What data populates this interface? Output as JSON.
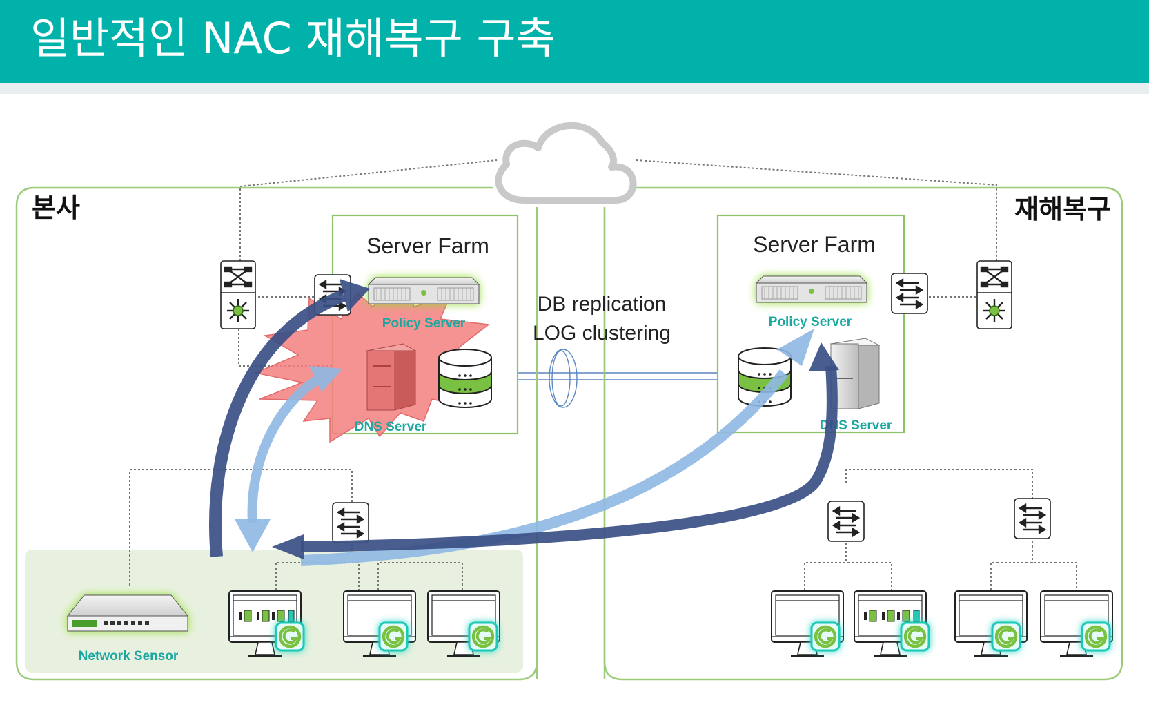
{
  "title": "일반적인 NAC 재해복구 구축",
  "hq": {
    "label": "본사",
    "server_farm": "Server Farm",
    "policy_server": "Policy Server",
    "dns_server": "DNS Server",
    "network_sensor": "Network Sensor"
  },
  "dr": {
    "label": "재해복구",
    "server_farm": "Server Farm",
    "policy_server": "Policy Server",
    "dns_server": "DNS Server"
  },
  "link": {
    "line1": "DB replication",
    "line2": "LOG clustering"
  },
  "colors": {
    "header": "#00b2a9",
    "site_border": "#9ccc7a",
    "label_teal": "#1aa79f",
    "arrow_dark": "#3a4f85",
    "arrow_light": "#8fb8e3",
    "failure": "#f07a7a",
    "agent_green": "#7ac143"
  },
  "icons": [
    "cloud-icon",
    "network-switch-icon",
    "router-icon",
    "policy-server-icon",
    "dns-server-icon",
    "database-icon",
    "network-sensor-icon",
    "pc-icon",
    "genian-agent-icon",
    "failure-burst-icon"
  ]
}
